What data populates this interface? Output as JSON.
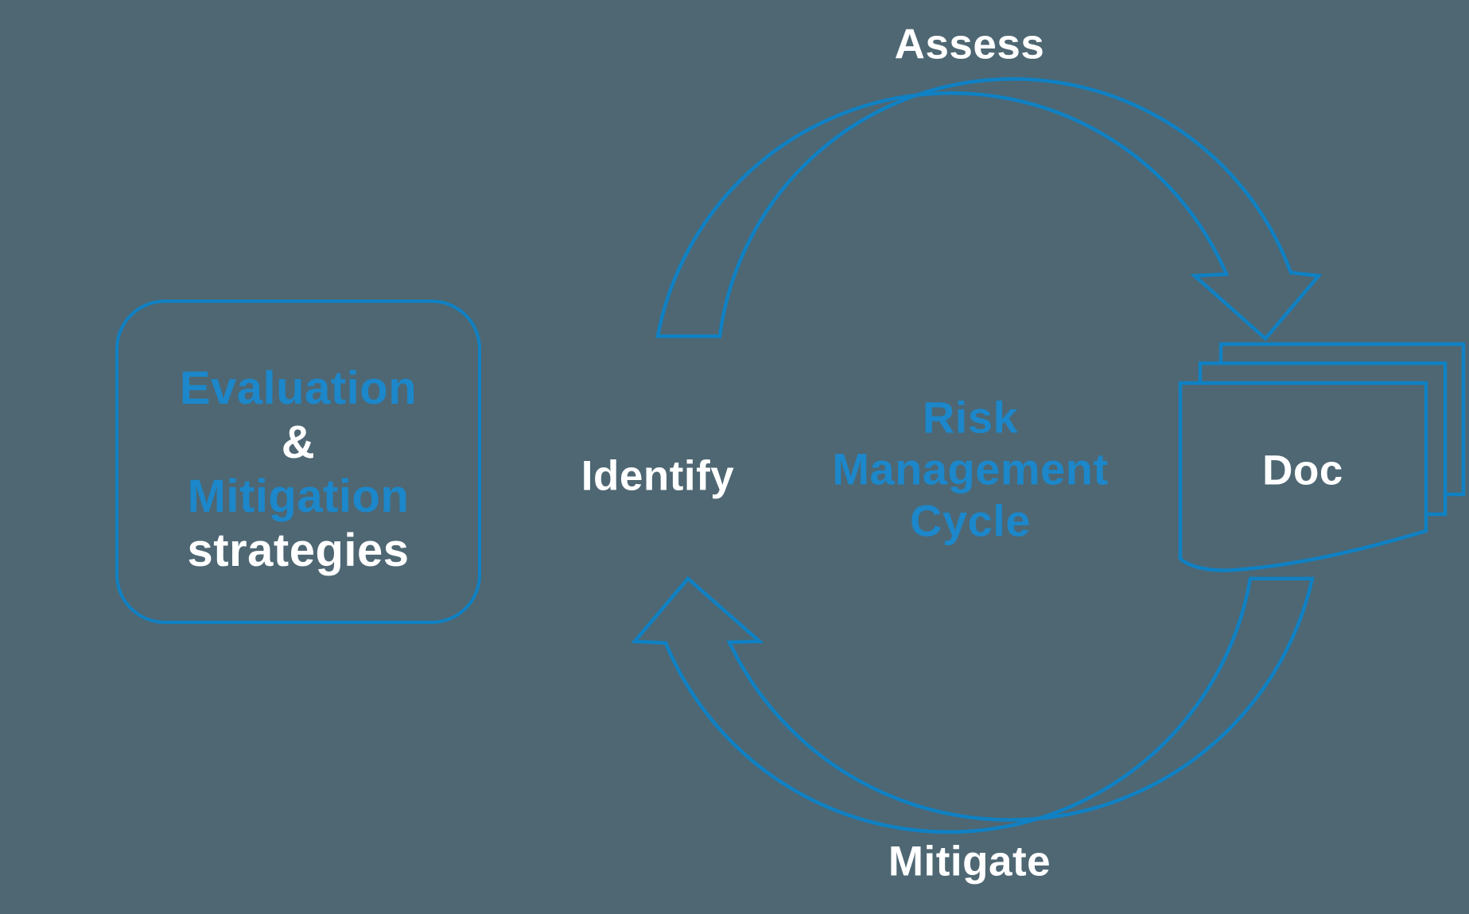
{
  "title": "Risk Management Cycle diagram",
  "colors": {
    "background": "#4e6773",
    "line_blue": "#0f81c4",
    "text_blue": "#1c87ca",
    "text_white": "#ffffff"
  },
  "evaluation_box": {
    "lines": [
      {
        "text": "Evaluation",
        "color": "blue"
      },
      {
        "text": "&",
        "color": "white"
      },
      {
        "text": "Mitigation",
        "color": "blue"
      },
      {
        "text": "strategies",
        "color": "white"
      }
    ]
  },
  "cycle": {
    "center": {
      "line1": "Risk",
      "line2": "Management",
      "line3": "Cycle"
    },
    "steps": {
      "top": "Assess",
      "left": "Identify",
      "bottom": "Mitigate",
      "right": "Doc"
    }
  }
}
